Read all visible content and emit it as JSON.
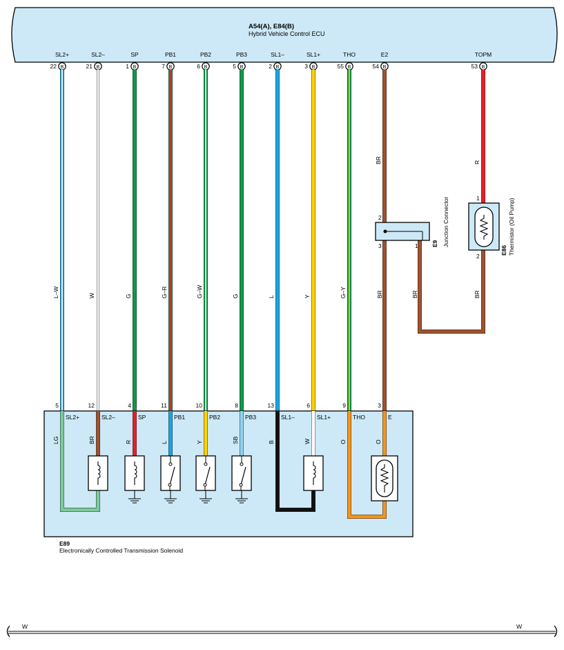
{
  "ecu": {
    "code": "A54(A), E84(B)",
    "name": "Hybrid Vehicle Control ECU",
    "pins": [
      {
        "label": "SL2+",
        "num": "22",
        "conn": "B"
      },
      {
        "label": "SL2–",
        "num": "21",
        "conn": "B"
      },
      {
        "label": "SP",
        "num": "1",
        "conn": "B"
      },
      {
        "label": "PB1",
        "num": "7",
        "conn": "B"
      },
      {
        "label": "PB2",
        "num": "6",
        "conn": "B"
      },
      {
        "label": "PB3",
        "num": "5",
        "conn": "B"
      },
      {
        "label": "SL1–",
        "num": "2",
        "conn": "B"
      },
      {
        "label": "SL1+",
        "num": "3",
        "conn": "B"
      },
      {
        "label": "THO",
        "num": "55",
        "conn": "B"
      },
      {
        "label": "E2",
        "num": "54",
        "conn": "B"
      },
      {
        "label": "TOPM",
        "num": "53",
        "conn": "B"
      }
    ]
  },
  "wires": [
    {
      "code": "L–W",
      "color": "#22a7e0",
      "stripe": "#ffffff"
    },
    {
      "code": "W",
      "color": "#ffffff",
      "stripe": ""
    },
    {
      "code": "G",
      "color": "#0e9a48",
      "stripe": ""
    },
    {
      "code": "G–R",
      "color": "#0e9a48",
      "stripe": "#e8202a"
    },
    {
      "code": "G–W",
      "color": "#0e9a48",
      "stripe": "#ffffff"
    },
    {
      "code": "G",
      "color": "#0e9a48",
      "stripe": ""
    },
    {
      "code": "L",
      "color": "#1aa6e4",
      "stripe": ""
    },
    {
      "code": "Y",
      "color": "#ffd400",
      "stripe": ""
    },
    {
      "code": "G–Y",
      "color": "#0e9a48",
      "stripe": "#ffd400"
    },
    {
      "code": "BR",
      "color": "#a0522d",
      "stripe": ""
    },
    {
      "code": "R",
      "color": "#e8202a",
      "stripe": ""
    }
  ],
  "junction": {
    "code": "E9",
    "name": "Junction Connector",
    "pins": [
      "2",
      "3",
      "1"
    ],
    "wire_label_left": "BR",
    "wire_label_right": "BR"
  },
  "thermistor": {
    "code": "E86",
    "name": "Thermistor (Oil Pump)",
    "pins": [
      "1",
      "2"
    ],
    "wire_label_bottom": "BR"
  },
  "solenoid": {
    "code": "E89",
    "name": "Electronically Controlled Transmission Solenoid",
    "pins": [
      {
        "num": "5",
        "label": "SL2+",
        "wire": "LG",
        "color": "#7ccc9a"
      },
      {
        "num": "12",
        "label": "SL2–",
        "wire": "BR",
        "color": "#a0522d"
      },
      {
        "num": "4",
        "label": "SP",
        "wire": "R",
        "color": "#e8202a"
      },
      {
        "num": "11",
        "label": "PB1",
        "wire": "L",
        "color": "#1aa6e4"
      },
      {
        "num": "10",
        "label": "PB2",
        "wire": "Y",
        "color": "#ffd400"
      },
      {
        "num": "8",
        "label": "PB3",
        "wire": "SB",
        "color": "#8fd3f4"
      },
      {
        "num": "13",
        "label": "SL1–",
        "wire": "B",
        "color": "#111111"
      },
      {
        "num": "6",
        "label": "SL1+",
        "wire": "W",
        "color": "#ffffff"
      },
      {
        "num": "9",
        "label": "THO",
        "wire": "O",
        "color": "#f7941d"
      },
      {
        "num": "3",
        "label": "E",
        "wire": "O",
        "color": "#f7941d"
      }
    ]
  },
  "bottom_wire": {
    "left_label": "W",
    "right_label": "W"
  },
  "colors": {
    "ecu_fill": "#cde9f7",
    "box_fill": "#cde9f7"
  }
}
